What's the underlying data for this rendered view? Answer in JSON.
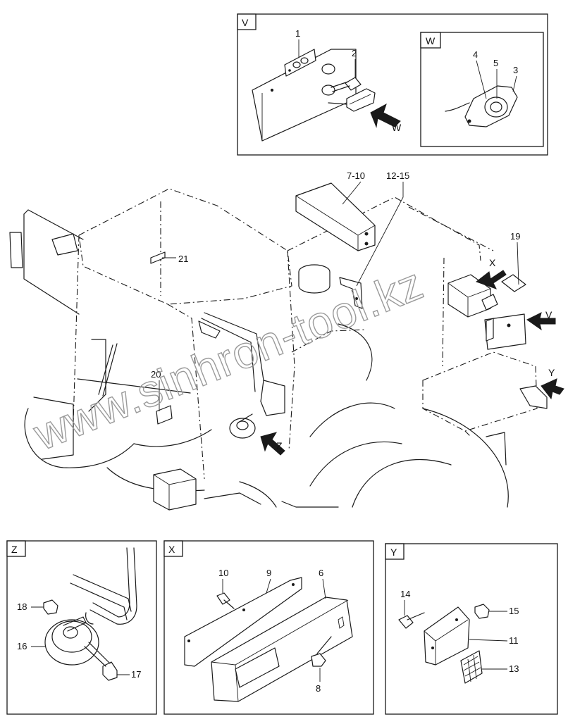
{
  "watermark": "www.sinhron-tool.kz",
  "callouts": {
    "c1": "1",
    "c2": "2",
    "c3": "3",
    "c4": "4",
    "c5": "5",
    "c6": "6",
    "c7_10": "7-10",
    "c8": "8",
    "c9": "9",
    "c10": "10",
    "c11": "11",
    "c12_15": "12-15",
    "c13": "13",
    "c14": "14",
    "c15": "15",
    "c16": "16",
    "c17": "17",
    "c18": "18",
    "c19": "19",
    "c20": "20",
    "c21": "21"
  },
  "view_tags": {
    "v": "V",
    "w": "W",
    "x": "X",
    "y": "Y",
    "z": "Z"
  },
  "box_labels": {
    "v": "V",
    "w": "W",
    "x": "X",
    "y": "Y",
    "z": "Z"
  }
}
